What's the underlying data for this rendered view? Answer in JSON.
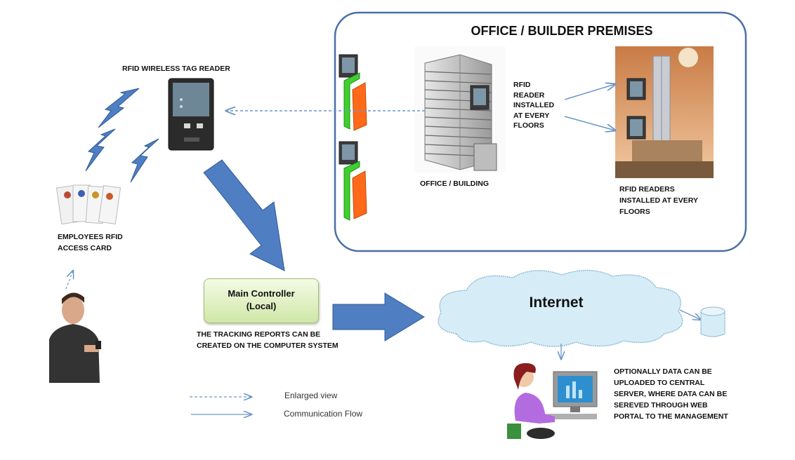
{
  "premises_title": "OFFICE / BUILDER PREMISES",
  "rfid_reader_title": "RFID WIRELESS TAG READER",
  "employees_card": [
    "EMPLOYEES RFID",
    "ACCESS CARD"
  ],
  "office_building": "OFFICE / BUILDING",
  "rfid_every_floor": [
    "RFID",
    "READER",
    "INSTALLED",
    "AT EVERY",
    "FLOORS"
  ],
  "rfid_readers_every_floor": [
    "RFID READERS",
    "INSTALLED AT EVERY",
    "FLOORS"
  ],
  "controller": [
    "Main Controller",
    "(Local)"
  ],
  "tracking_reports": [
    "THE TRACKING REPORTS CAN BE",
    "CREATED ON THE COMPUTER SYSTEM"
  ],
  "internet": "Internet",
  "server_note": [
    "OPTIONALLY DATA CAN BE",
    "UPLOADED TO CENTRAL",
    "SERVER, WHERE DATA CAN BE",
    "SEREVED THROUGH WEB",
    "PORTAL TO THE MANAGEMENT"
  ],
  "legend": {
    "enlarged": "Enlarged view",
    "flow": "Communication Flow"
  },
  "colors": {
    "arrow_blue": "#4f7ec2",
    "premises_border": "#4a6fa5",
    "cloud": "#d6edf7",
    "controller_fill": "#dff0c4",
    "door_orange": "#ff6a1a",
    "door_green": "#3fcf2f"
  }
}
